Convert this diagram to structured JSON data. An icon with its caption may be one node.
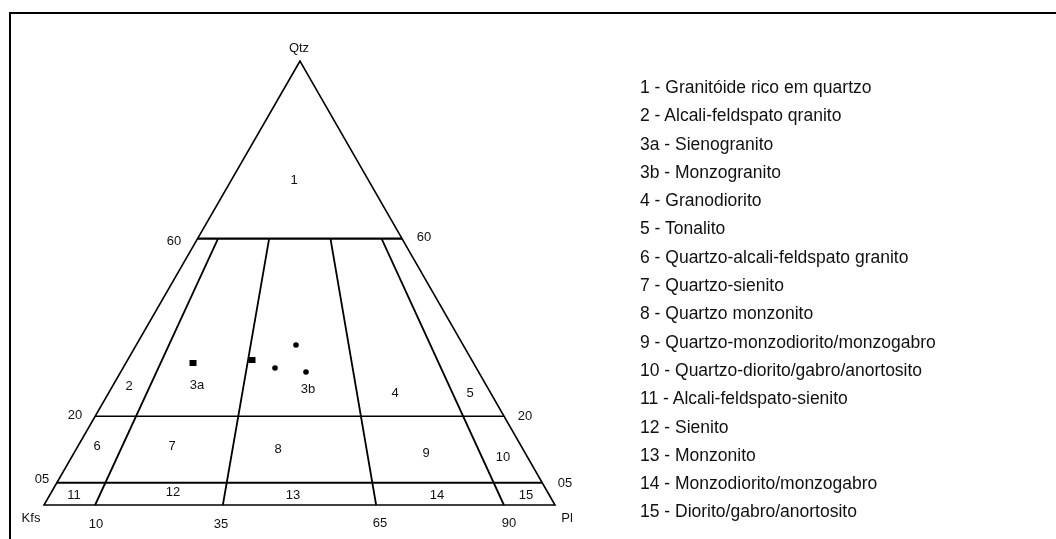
{
  "diagram": {
    "labels": [
      "Qtz",
      "1",
      "60",
      "60",
      "2",
      "3a",
      "3b",
      "4",
      "5",
      "20",
      "20",
      "6",
      "7",
      "8",
      "9",
      "10",
      "05",
      "05",
      "11",
      "12",
      "13",
      "14",
      "15",
      "Kfs",
      "10",
      "35",
      "65",
      "90",
      "Pl",
      "1 - Granitóide rico em quartzo",
      "2 - Alcali-feldspato qranito",
      "3a - Sienogranito",
      "3b - Monzogranito",
      "4 - Granodiorito",
      "5 - Tonalito",
      "6 - Quartzo-alcali-feldspato granito",
      "7 - Quartzo-sienito",
      "8 - Quartzo monzonito",
      "9 - Quartzo-monzodiorito/monzogabro",
      "10 - Quartzo-diorito/gabro/anortosito",
      "11 - Alcali-feldspato-sienito",
      "12 - Sienito",
      "13 - Monzonito",
      "14 - Monzodiorito/monzogabro",
      "15 - Diorito/gabro/anortosito"
    ]
  }
}
